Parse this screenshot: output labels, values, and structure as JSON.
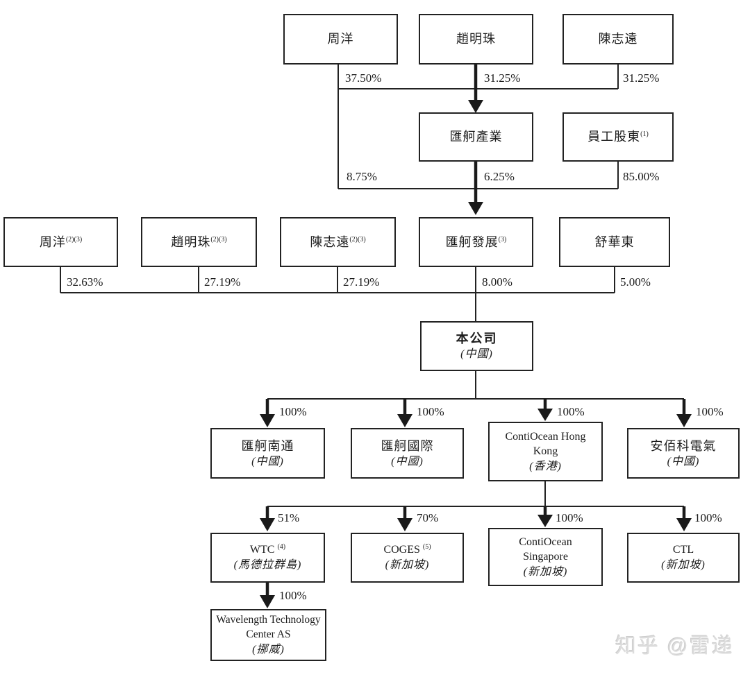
{
  "nodes": {
    "zhou_yang": {
      "label": "周洋"
    },
    "zhao_mingzhu": {
      "label": "趙明珠"
    },
    "chen_zhiyuan": {
      "label": "陳志遠"
    },
    "huige_chanye": {
      "label": "匯舸產業"
    },
    "yuangong_gudong": {
      "label": "員工股東",
      "sup": "(1)"
    },
    "zhou_yang_2": {
      "label": "周洋",
      "sup": "(2)(3)"
    },
    "zhao_mingzhu_2": {
      "label": "趙明珠",
      "sup": "(2)(3)"
    },
    "chen_zhiyuan_2": {
      "label": "陳志遠",
      "sup": "(2)(3)"
    },
    "huige_fazhan": {
      "label": "匯舸發展",
      "sup": "(3)"
    },
    "shu_huadong": {
      "label": "舒華東"
    },
    "company": {
      "label": "本公司",
      "location": "(中國)"
    },
    "huige_nantong": {
      "label": "匯舸南通",
      "location": "(中國)"
    },
    "huige_guoji": {
      "label": "匯舸國際",
      "location": "(中國)"
    },
    "contiocean_hk": {
      "label": "ContiOcean Hong Kong",
      "location": "(香港)"
    },
    "anbaike_dianqi": {
      "label": "安佰科電氣",
      "location": "(中國)"
    },
    "wtc": {
      "label": "WTC",
      "sup": "(4)",
      "location": "(馬德拉群島)"
    },
    "coges": {
      "label": "COGES",
      "sup": "(5)",
      "location": "(新加坡)"
    },
    "contiocean_sg": {
      "label": "ContiOcean Singapore",
      "location": "(新加坡)"
    },
    "ctl": {
      "label": "CTL",
      "location": "(新加坡)"
    },
    "wavelength": {
      "label": "Wavelength Technology Center AS",
      "location": "(挪威)"
    }
  },
  "ownership": {
    "zhou_to_chanye": "37.50%",
    "zhao_to_chanye": "31.25%",
    "chen_to_chanye": "31.25%",
    "zhou_to_fazhan": "8.75%",
    "chanye_to_fazhan": "6.25%",
    "yuangong_to_fazhan": "85.00%",
    "zhou2_to_company": "32.63%",
    "zhao2_to_company": "27.19%",
    "chen2_to_company": "27.19%",
    "fazhan_to_company": "8.00%",
    "shu_to_company": "5.00%",
    "company_to_nantong": "100%",
    "company_to_guoji": "100%",
    "company_to_hk": "100%",
    "company_to_anbaike": "100%",
    "hk_to_wtc": "51%",
    "hk_to_coges": "70%",
    "hk_to_sg": "100%",
    "hk_to_ctl": "100%",
    "wtc_to_wavelength": "100%"
  },
  "watermark": "知乎 @雷递"
}
